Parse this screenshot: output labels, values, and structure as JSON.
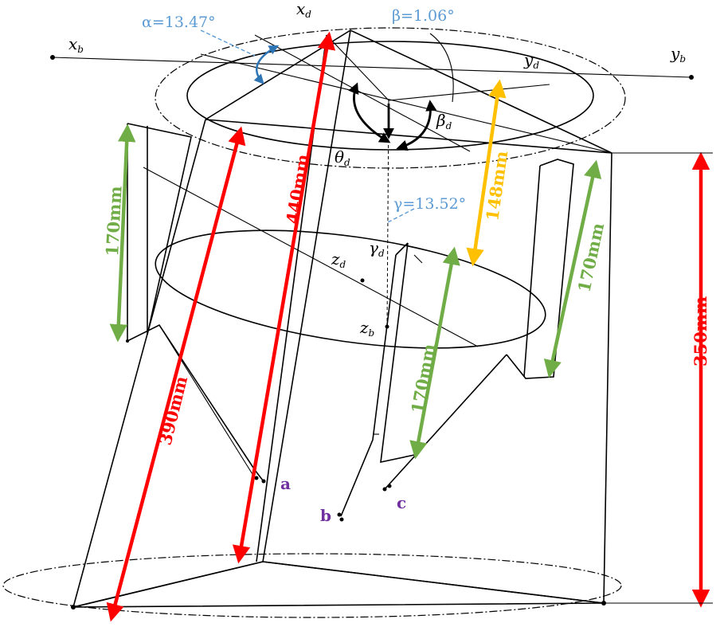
{
  "axes": {
    "xb": "x",
    "xb_sub": "b",
    "yb": "y",
    "yb_sub": "b",
    "xd": "x",
    "xd_sub": "d",
    "yd": "y",
    "yd_sub": "d",
    "zd": "z",
    "zd_sub": "d",
    "zb": "z",
    "zb_sub": "b",
    "theta": "θ",
    "theta_sub": "d",
    "beta": "β",
    "beta_sub": "d",
    "gamma": "γ",
    "gamma_sub": "d"
  },
  "angles": {
    "alpha": "α=13.47°",
    "beta": "β=1.06°",
    "gamma": "γ=13.52°"
  },
  "dimensions": {
    "d440": "440mm",
    "d390": "390mm",
    "d350": "350mm",
    "d148": "148mm",
    "d170_left": "170mm",
    "d170_right": "170mm",
    "d170_center": "170mm"
  },
  "points": {
    "a": "a",
    "b": "b",
    "c": "c"
  },
  "colors": {
    "red": "#ff0000",
    "green": "#70ad47",
    "orange": "#ffc000",
    "blue_label": "#5b9bd5",
    "blue_arrow": "#2e75b6",
    "purple": "#7030a0"
  }
}
